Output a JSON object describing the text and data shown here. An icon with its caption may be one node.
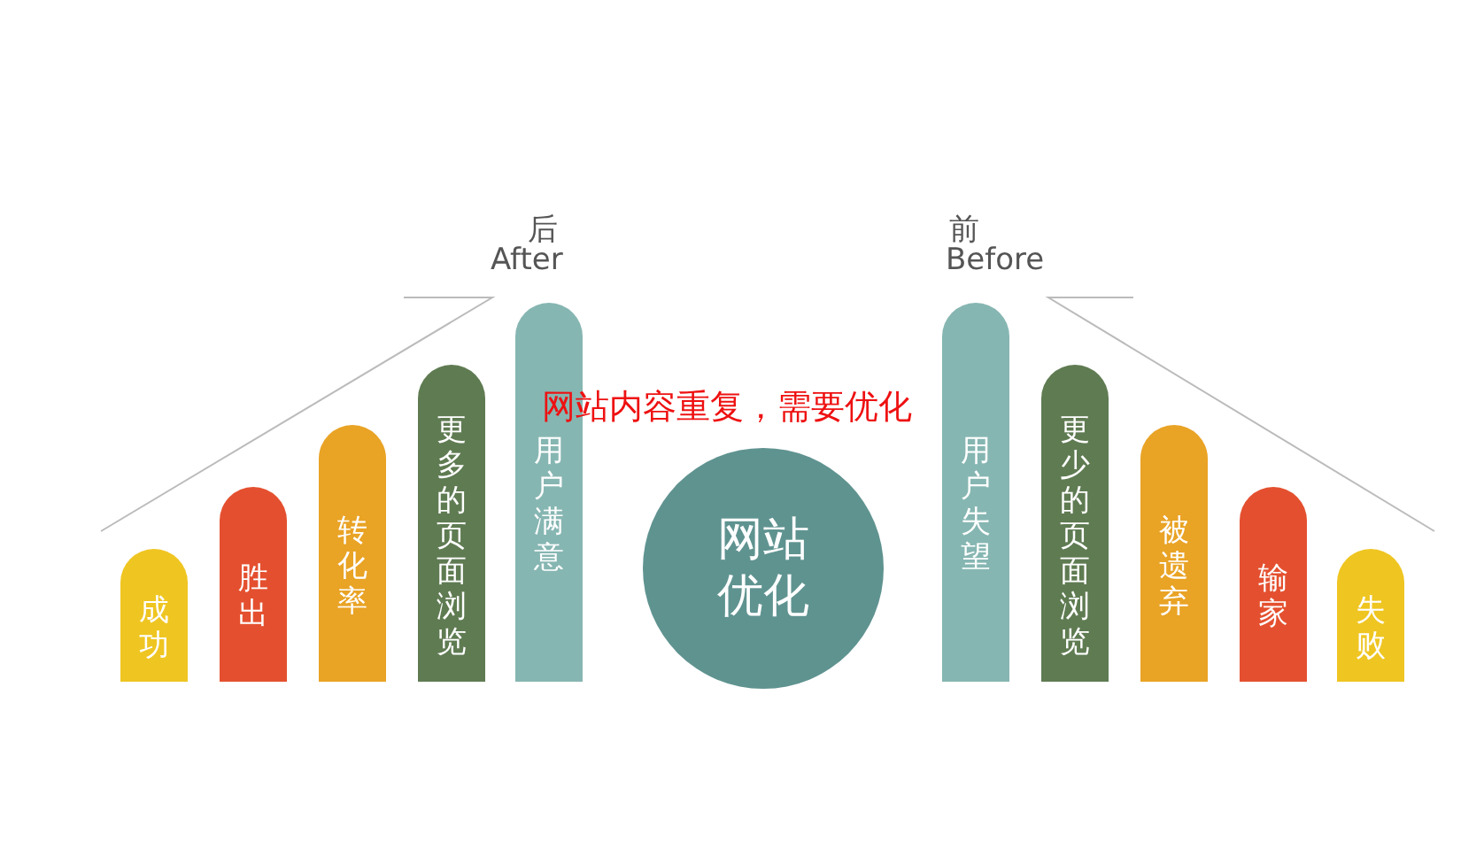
{
  "diagram": {
    "nodes": [
      {
        "text": [
          "成功"
        ]
      },
      {
        "text": [
          "胜出"
        ]
      },
      {
        "text": [
          "转化率"
        ]
      },
      {
        "text": [
          "更多的页面浏览"
        ]
      },
      {
        "text": [
          "用户满意"
        ]
      },
      {
        "text": [
          "网站优化"
        ]
      },
      {
        "text": [
          "用户失望"
        ]
      },
      {
        "text": [
          "更少的页面浏览"
        ]
      },
      {
        "text": [
          "被遗弃"
        ]
      },
      {
        "text": [
          "输家"
        ]
      },
      {
        "text": [
          "失败"
        ]
      }
    ],
    "labels": [
      "后",
      "After",
      "前",
      "Before",
      "网站内容重复，需要优化"
    ]
  }
}
